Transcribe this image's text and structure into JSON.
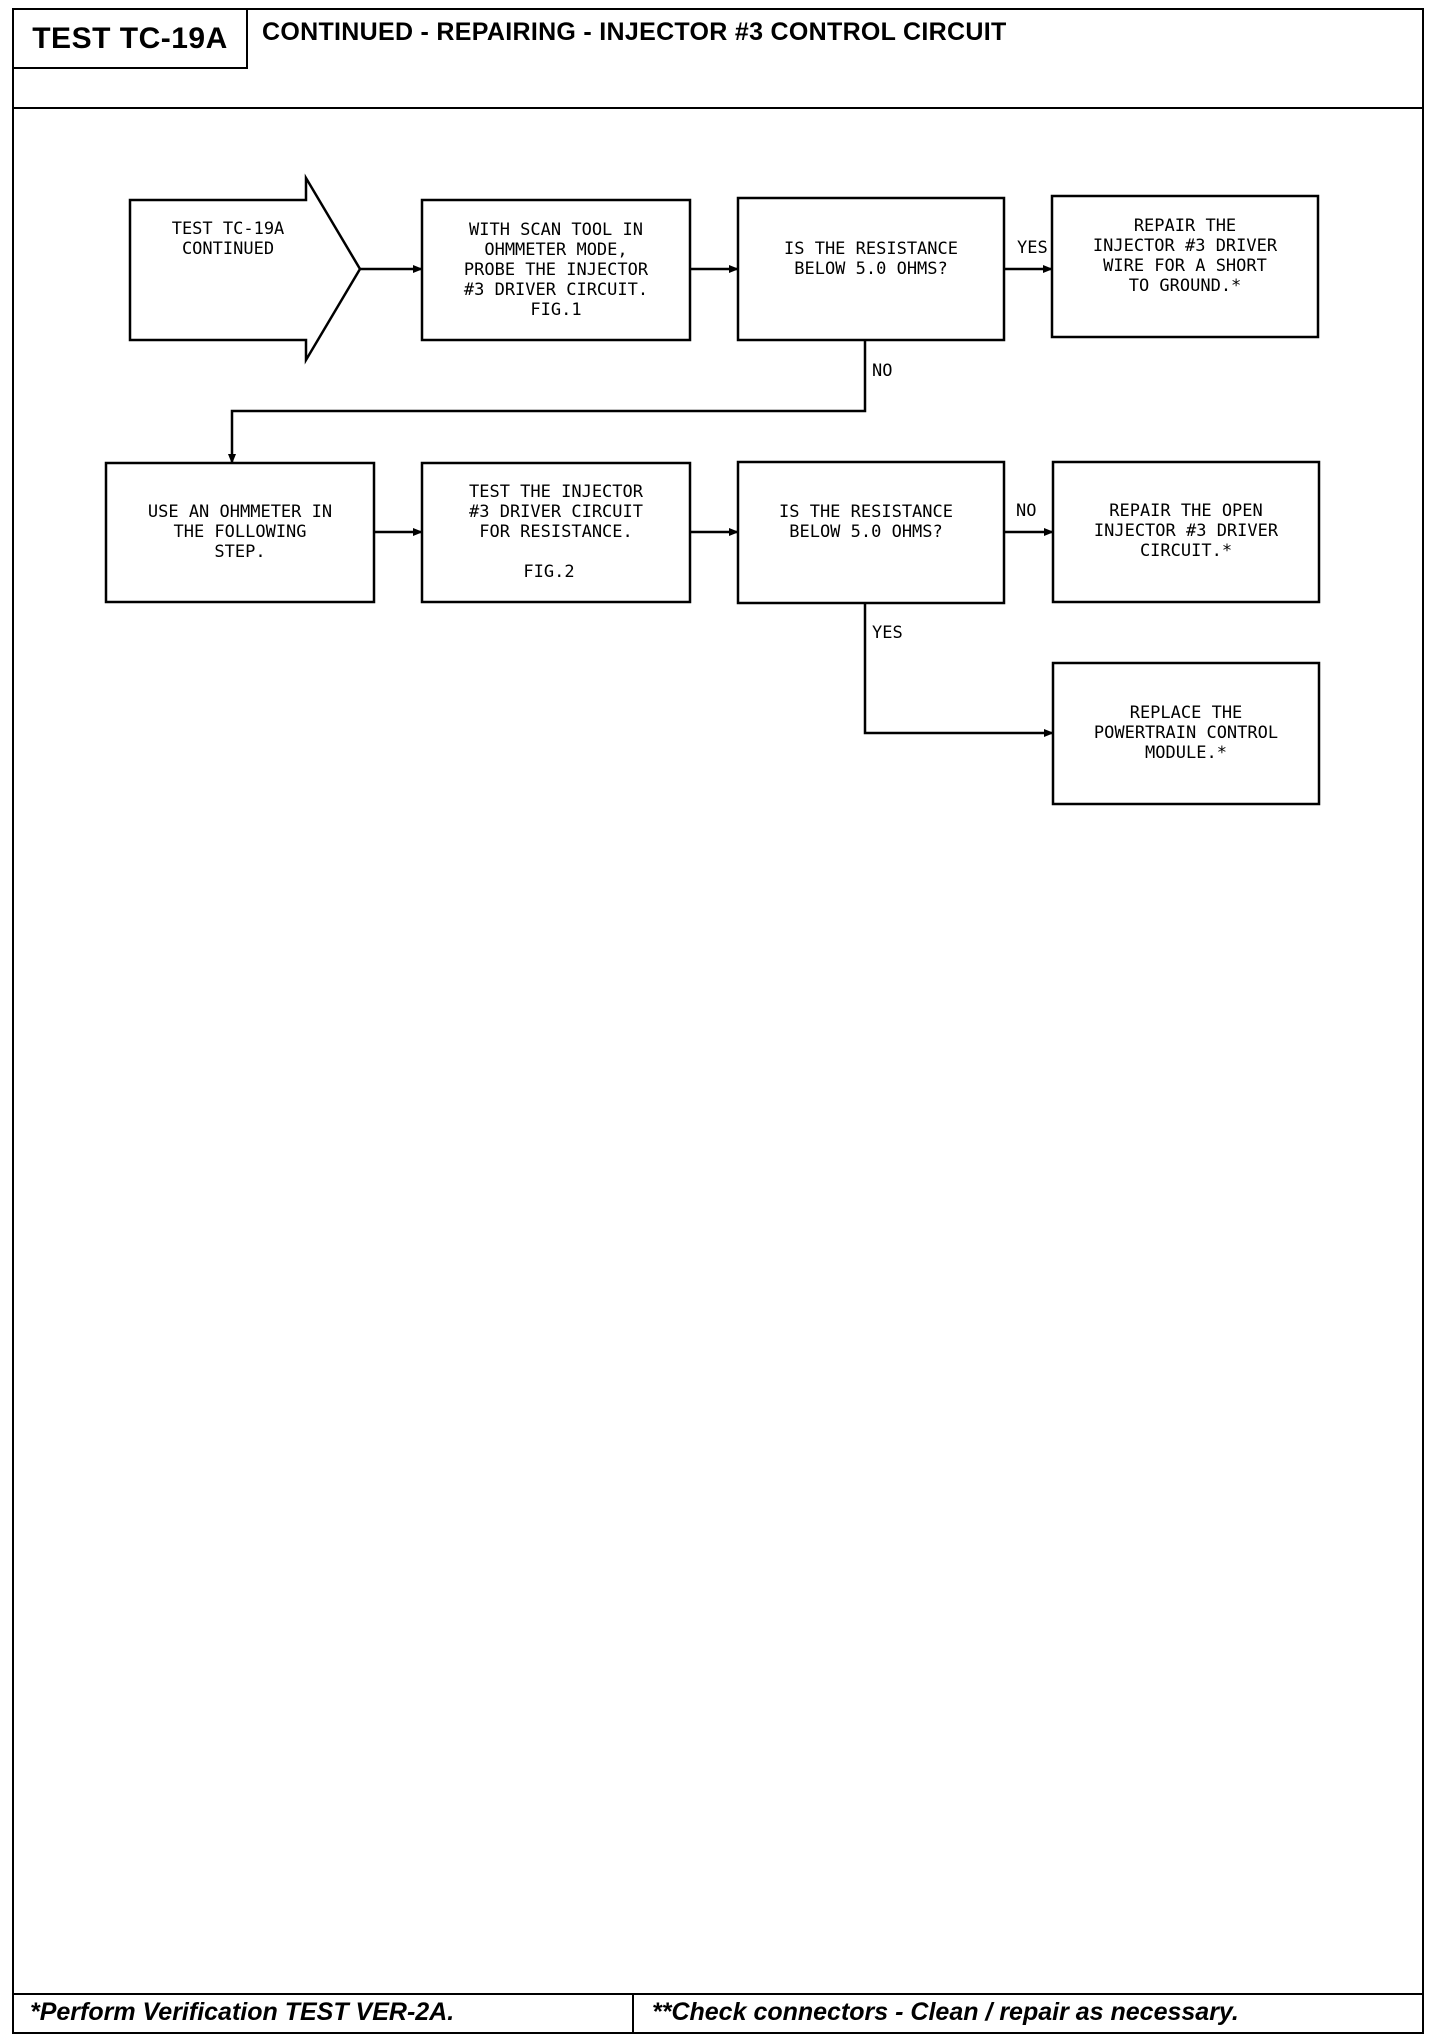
{
  "header": {
    "test_id": "TEST TC-19A",
    "title": "CONTINUED - REPAIRING - INJECTOR #3 CONTROL CIRCUIT"
  },
  "flowchart": {
    "start": {
      "lines": [
        "TEST TC-19A",
        "CONTINUED"
      ]
    },
    "row1": {
      "step_probe": {
        "lines": [
          "WITH SCAN TOOL IN",
          "OHMMETER MODE,",
          "PROBE THE INJECTOR",
          "#3 DRIVER CIRCUIT.",
          "FIG.1"
        ]
      },
      "decision": {
        "lines": [
          "IS THE RESISTANCE",
          "BELOW 5.0 OHMS?"
        ]
      },
      "yes_label": "YES",
      "no_label": "NO",
      "repair_short": {
        "lines": [
          "REPAIR THE",
          "INJECTOR #3 DRIVER",
          "WIRE FOR A SHORT",
          "TO GROUND.*"
        ]
      }
    },
    "row2": {
      "use_ohmmeter": {
        "lines": [
          "USE AN OHMMETER IN",
          "THE FOLLOWING",
          "STEP."
        ]
      },
      "test_circuit": {
        "lines": [
          "TEST THE INJECTOR",
          "#3 DRIVER CIRCUIT",
          "FOR RESISTANCE."
        ],
        "fig": "FIG.2"
      },
      "decision": {
        "lines": [
          "IS THE RESISTANCE",
          "BELOW 5.0 OHMS?"
        ]
      },
      "no_label": "NO",
      "yes_label": "YES",
      "repair_open": {
        "lines": [
          "REPAIR THE OPEN",
          "INJECTOR #3 DRIVER",
          "CIRCUIT.*"
        ]
      },
      "replace_pcm": {
        "lines": [
          "REPLACE THE",
          "POWERTRAIN CONTROL",
          "MODULE.*"
        ]
      }
    }
  },
  "footer": {
    "left": "*Perform Verification TEST VER-2A.",
    "right": "**Check connectors - Clean / repair as necessary."
  }
}
